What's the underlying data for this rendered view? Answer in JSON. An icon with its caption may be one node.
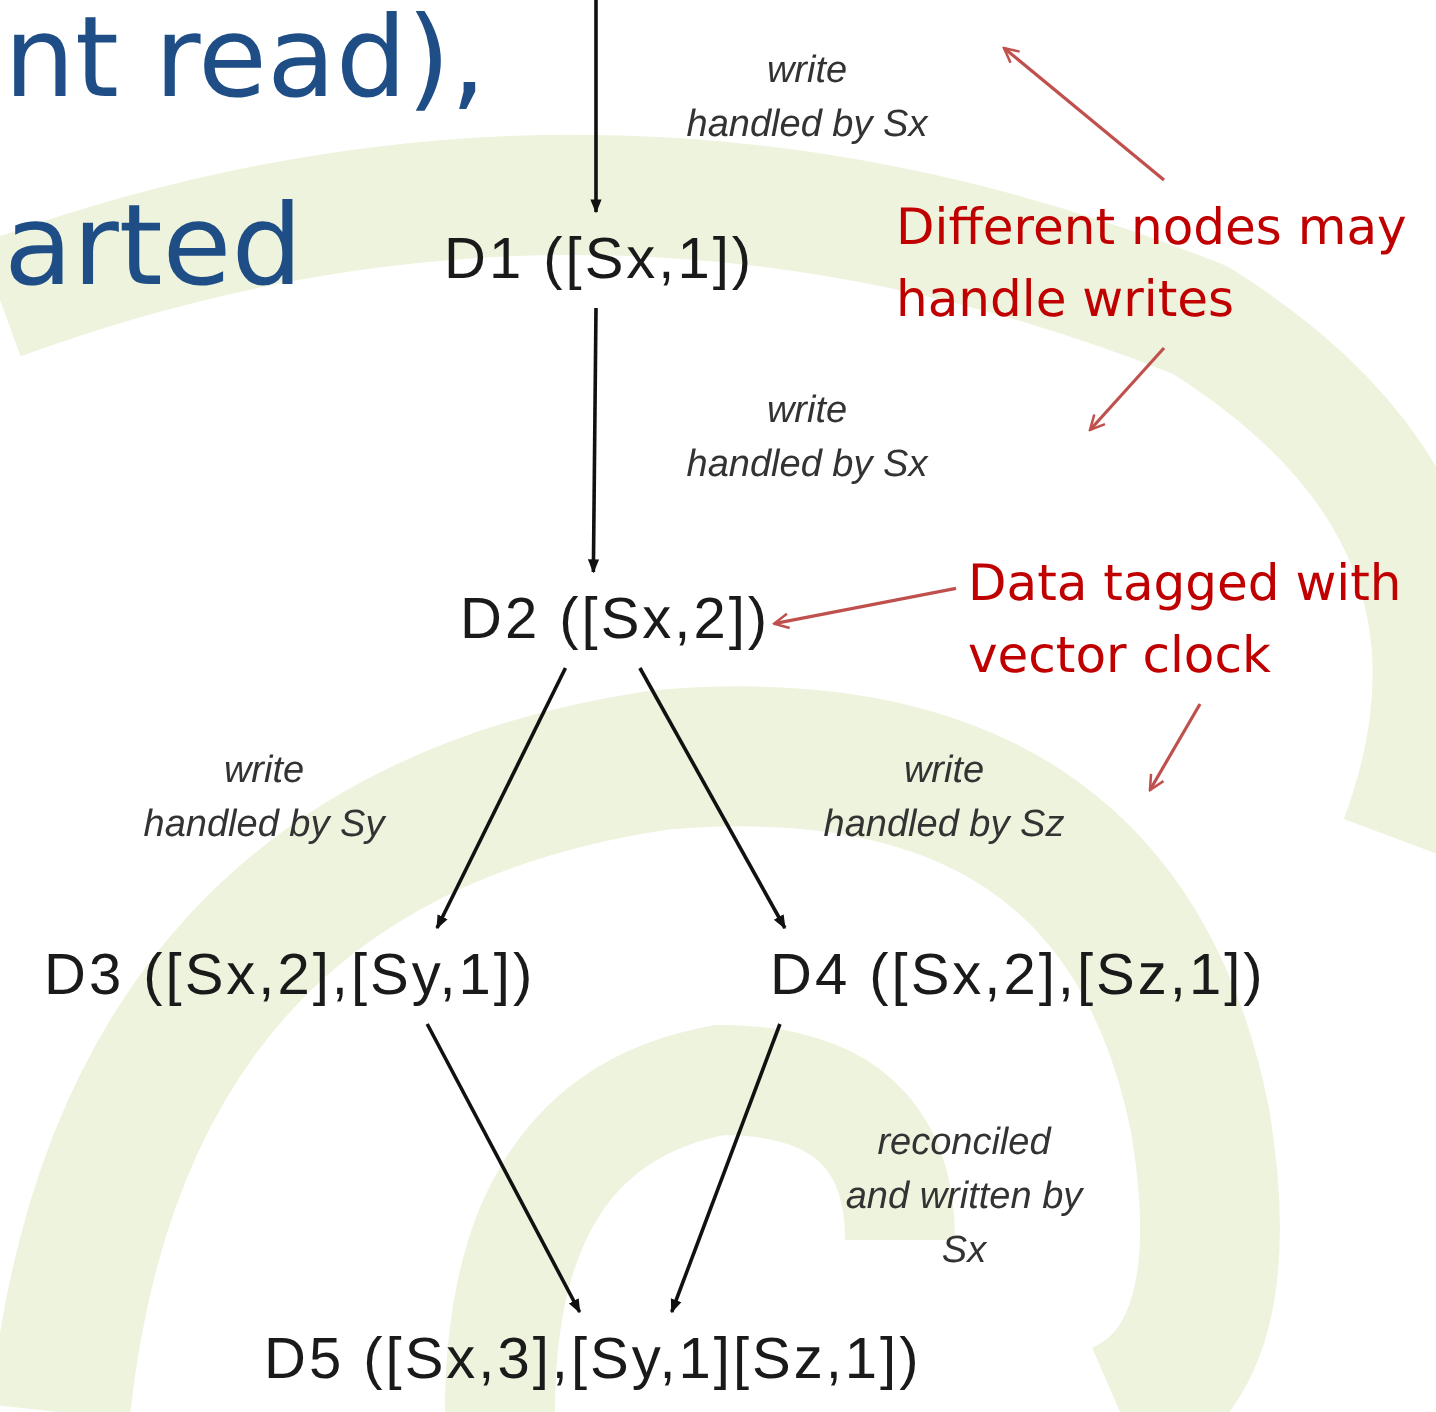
{
  "diagram": {
    "nodes": [
      {
        "text": [
          "D1 ([Sx,1])"
        ]
      },
      {
        "text": [
          "D2 ([Sx,2])"
        ]
      },
      {
        "text": [
          "D3 ([Sx,2],[Sy,1])"
        ]
      },
      {
        "text": [
          "D4 ([Sx,2],[Sz,1])"
        ]
      },
      {
        "text": [
          "D5 ([Sx,3],[Sy,1][Sz,1])"
        ]
      },
      {
        "text": [
          "Different nodes may handle writes"
        ]
      },
      {
        "text": [
          "Data tagged with vector clock"
        ]
      }
    ],
    "edges": [
      {
        "from": null,
        "to": 0,
        "arrow": "to",
        "label": "write handled by Sx"
      },
      {
        "from": 0,
        "to": 1,
        "arrow": "to",
        "label": "write handled by Sx"
      },
      {
        "from": 1,
        "to": 2,
        "arrow": "to",
        "label": "write handled by Sy"
      },
      {
        "from": 1,
        "to": 3,
        "arrow": "to",
        "label": "write handled by Sz"
      },
      {
        "from": 2,
        "to": 4,
        "arrow": "to"
      },
      {
        "from": 3,
        "to": 4,
        "arrow": "to",
        "label": "reconciled and written by Sx"
      },
      {
        "from": 5,
        "to": null,
        "arrow": "to",
        "color": "#c0504d"
      },
      {
        "from": 5,
        "to": null,
        "arrow": "to",
        "color": "#c0504d"
      },
      {
        "from": 6,
        "to": 1,
        "arrow": "to",
        "color": "#c0504d"
      },
      {
        "from": 6,
        "to": null,
        "arrow": "to",
        "color": "#c0504d"
      }
    ],
    "labels": [
      "nt read),",
      "arted"
    ]
  }
}
